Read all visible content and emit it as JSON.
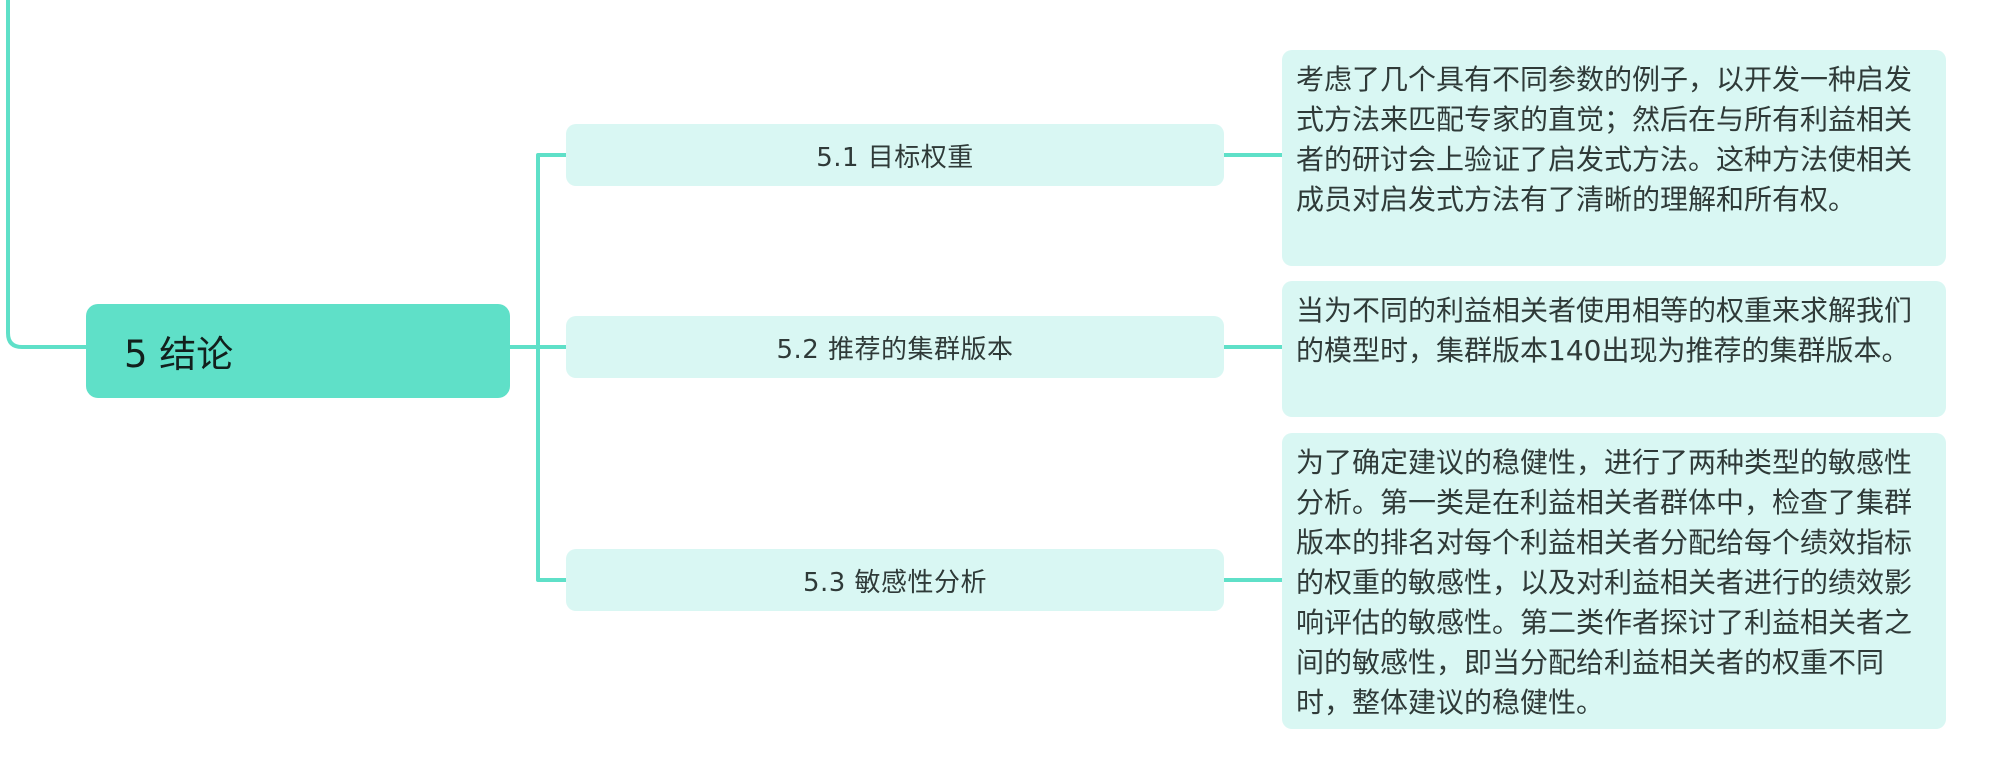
{
  "mindmap": {
    "root": {
      "label": "5 结论"
    },
    "branches": [
      {
        "label": "5.1 目标权重",
        "detail": "考虑了几个具有不同参数的例子，以开发一种启发式方法来匹配专家的直觉；然后在与所有利益相关者的研讨会上验证了启发式方法。这种方法使相关成员对启发式方法有了清晰的理解和所有权。"
      },
      {
        "label": "5.2 推荐的集群版本",
        "detail": "当为不同的利益相关者使用相等的权重来求解我们的模型时，集群版本140出现为推荐的集群版本。"
      },
      {
        "label": "5.3 敏感性分析",
        "detail": "为了确定建议的稳健性，进行了两种类型的敏感性分析。第一类是在利益相关者群体中，检查了集群版本的排名对每个利益相关者分配给每个绩效指标的权重的敏感性，以及对利益相关者进行的绩效影响评估的敏感性。第二类作者探讨了利益相关者之间的敏感性，即当分配给利益相关者的权重不同时，整体建议的稳健性。"
      }
    ],
    "colors": {
      "connector": "#5fe0c8",
      "root_fill": "#5fe0c8",
      "node_fill": "#d9f7f3",
      "text": "#2f3a38"
    }
  }
}
